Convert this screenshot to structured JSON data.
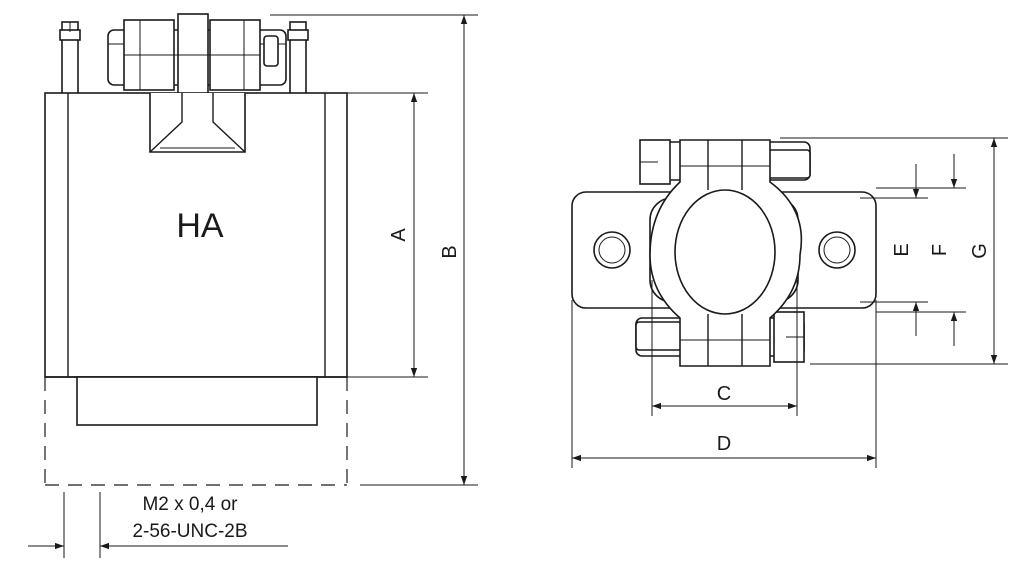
{
  "left_view": {
    "part_label": "HA",
    "dimensions": {
      "a": "A",
      "b": "B"
    },
    "thread_note": {
      "line1": "M2 x 0,4 or",
      "line2": "2-56-UNC-2B"
    }
  },
  "right_view": {
    "dimensions": {
      "c": "C",
      "d": "D",
      "e": "E",
      "f": "F",
      "g": "G"
    }
  }
}
